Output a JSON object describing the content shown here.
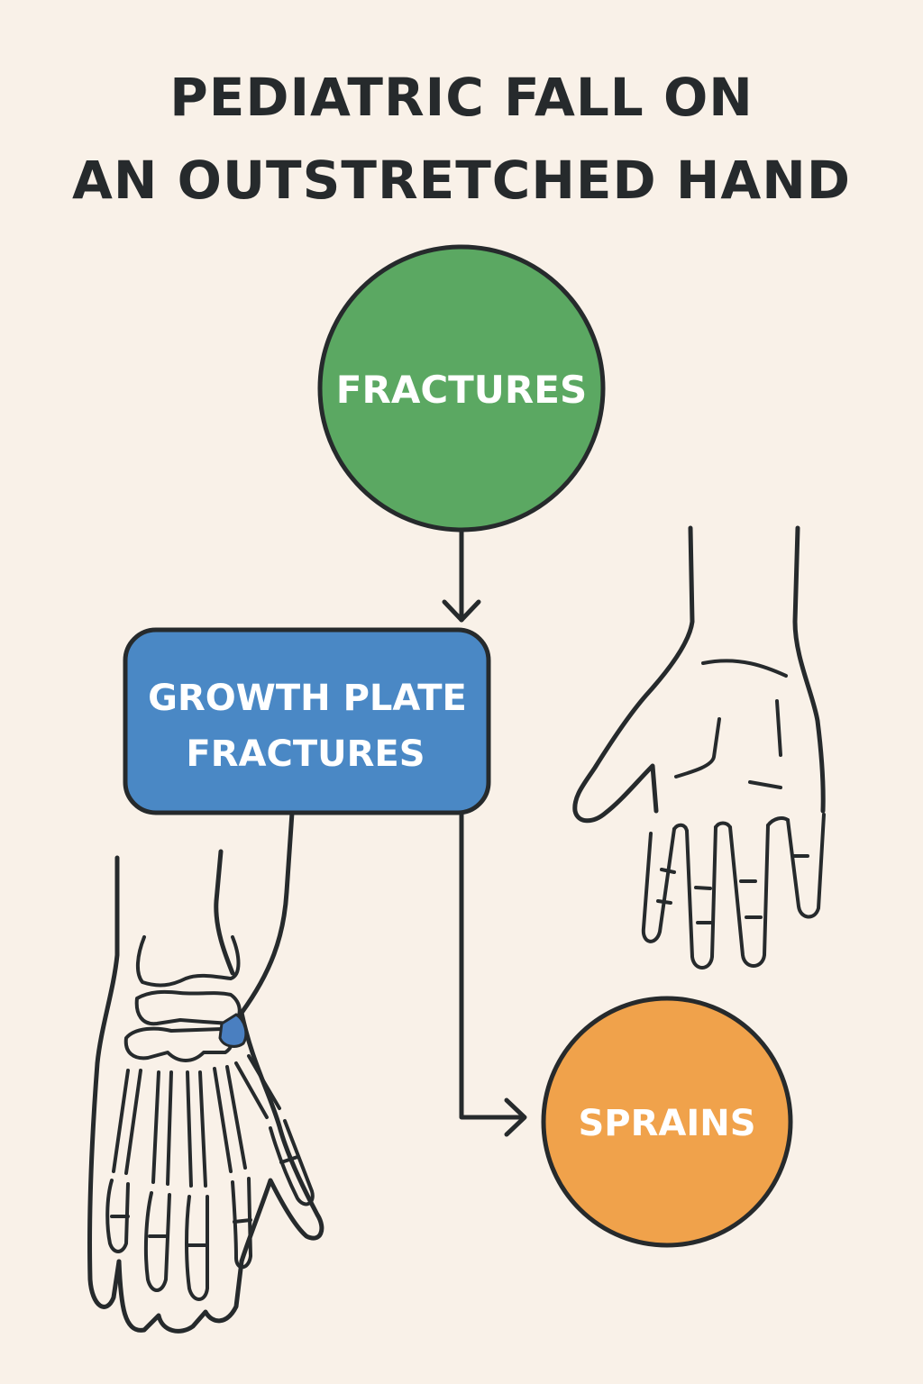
{
  "title": {
    "line1": "PEDIATRIC FALL ON",
    "line2": "AN OUTSTRETCHED HAND"
  },
  "nodes": {
    "fractures": {
      "label": "FRACTURES",
      "color": "#5ba862"
    },
    "growth_plate": {
      "line1": "GROWTH PLATE",
      "line2": "FRACTURES",
      "color": "#4a88c5"
    },
    "sprains": {
      "label": "SPRAINS",
      "color": "#f0a24b"
    }
  },
  "colors": {
    "background": "#f9f1e8",
    "outline": "#262a2c",
    "highlight": "#4a7fc0"
  },
  "illustrations": {
    "left": "hand-skeleton-icon",
    "right": "open-hand-icon"
  }
}
